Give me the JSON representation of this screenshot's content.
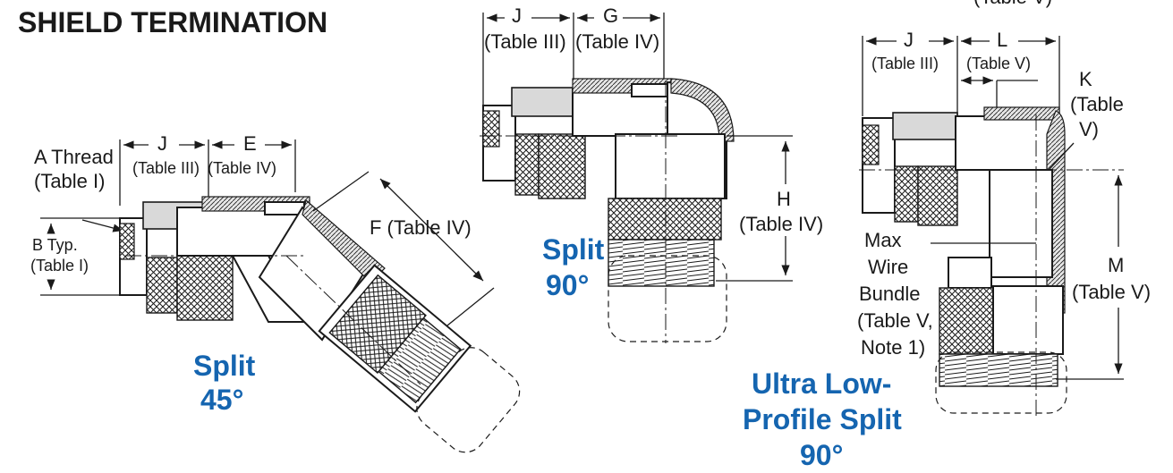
{
  "title": "SHIELD TERMINATION",
  "top_right_fragment": "(Table V)",
  "left_diagram": {
    "caption_line1": "Split",
    "caption_line2": "45°",
    "a_thread": "A Thread",
    "a_table": "(Table I)",
    "b_typ": "B Typ.",
    "b_table": "(Table I)",
    "j_letter": "J",
    "j_table": "(Table III)",
    "e_letter": "E",
    "e_table": "(Table IV)",
    "f_label": "F (Table IV)"
  },
  "middle_diagram": {
    "caption_line1": "Split",
    "caption_line2": "90°",
    "j_letter": "J",
    "j_table": "(Table III)",
    "g_letter": "G",
    "g_table": "(Table IV)",
    "h_letter": "H",
    "h_table": "(Table IV)"
  },
  "right_diagram": {
    "caption_line1": "Ultra Low-",
    "caption_line2": "Profile Split",
    "caption_line3": "90°",
    "j_letter": "J",
    "j_table": "(Table III)",
    "l_letter": "L",
    "l_table": "(Table V)",
    "k_letter": "K",
    "k_table_1": "(Table",
    "k_table_2": "V)",
    "m_letter": "M",
    "m_table": "(Table V)",
    "wire_1": "Max",
    "wire_2": "Wire",
    "wire_3": "Bundle",
    "wire_4": "(Table V,",
    "wire_5": "Note 1)"
  },
  "colors": {
    "caption": "#1565b0",
    "ink": "#1a1a1a",
    "shade": "#d9d9d9"
  }
}
